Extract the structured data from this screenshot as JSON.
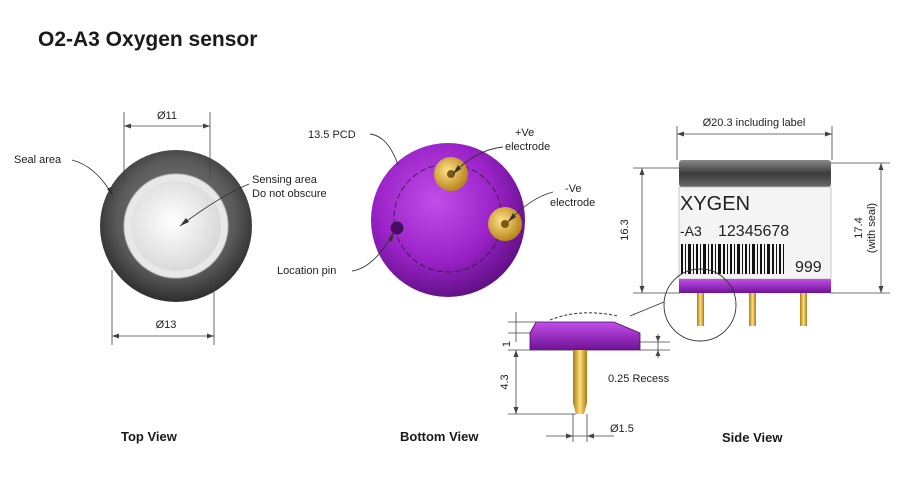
{
  "title": "O2-A3 Oxygen sensor",
  "top_view": {
    "caption": "Top View",
    "dim_top": "Ø11",
    "dim_bottom": "Ø13",
    "seal_area": "Seal area",
    "sensing_area_line1": "Sensing area",
    "sensing_area_line2": "Do not obscure"
  },
  "bottom_view": {
    "caption": "Bottom View",
    "pcd": "13.5 PCD",
    "pos_line1": "+Ve",
    "pos_line2": "electrode",
    "neg_line1": "-Ve",
    "neg_line2": "electrode",
    "location_pin": "Location pin"
  },
  "side_view": {
    "caption": "Side View",
    "dim_width": "Ø20.3 including label",
    "dim_height": "16.3",
    "dim_seal_height": "17.4",
    "dim_seal_note": "(with seal)",
    "label_name": "XYGEN",
    "label_model": "-A3",
    "label_serial": "12345678",
    "label_code": "999",
    "detail_1": "1",
    "detail_43": "4.3",
    "detail_recess": "0.25 Recess",
    "detail_pin": "Ø1.5"
  },
  "colors": {
    "purple": "#9a22c8",
    "purple_dark": "#5e0f82",
    "gold": "#d9a52e",
    "gray_ring": "#555555"
  }
}
